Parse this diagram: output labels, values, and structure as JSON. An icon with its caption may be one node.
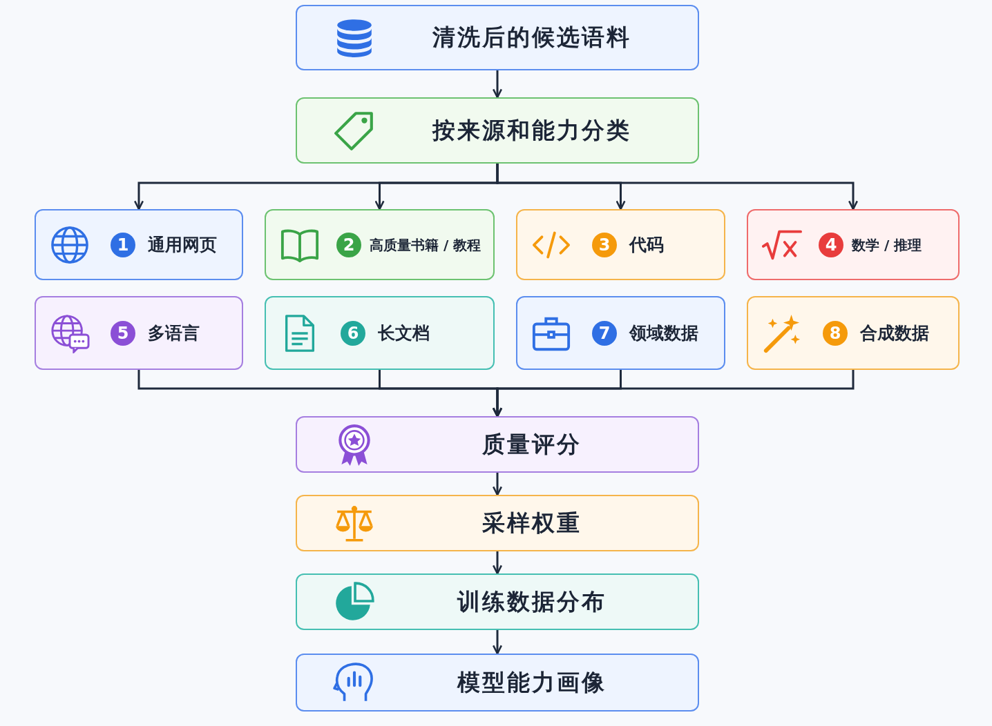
{
  "diagram": {
    "nodes": [
      {
        "text": [
          "清洗后的候选语料"
        ]
      },
      {
        "text": [
          "按来源和能力分类"
        ]
      },
      {
        "text": [
          "1",
          "通用网页"
        ]
      },
      {
        "text": [
          "2",
          "高质量书籍 / 教程"
        ]
      },
      {
        "text": [
          "3",
          "代码"
        ]
      },
      {
        "text": [
          "4",
          "数学 / 推理"
        ]
      },
      {
        "text": [
          "5",
          "多语言"
        ]
      },
      {
        "text": [
          "6",
          "长文档"
        ]
      },
      {
        "text": [
          "7",
          "领域数据"
        ]
      },
      {
        "text": [
          "8",
          "合成数据"
        ]
      },
      {
        "text": [
          "质量评分"
        ]
      },
      {
        "text": [
          "采样权重"
        ]
      },
      {
        "text": [
          "训练数据分布"
        ]
      },
      {
        "text": [
          "模型能力画像"
        ]
      }
    ],
    "edges": [
      {
        "from": 0,
        "to": 1,
        "arrow": "to"
      },
      {
        "from": 1,
        "to": 2,
        "arrow": "to"
      },
      {
        "from": 1,
        "to": 3,
        "arrow": "to"
      },
      {
        "from": 1,
        "to": 4,
        "arrow": "to"
      },
      {
        "from": 1,
        "to": 5,
        "arrow": "to"
      },
      {
        "from": 6,
        "to": 10,
        "arrow": "to"
      },
      {
        "from": 7,
        "to": 10,
        "arrow": "to"
      },
      {
        "from": 8,
        "to": 10,
        "arrow": "to"
      },
      {
        "from": 9,
        "to": 10,
        "arrow": "to"
      },
      {
        "from": 10,
        "to": 11,
        "arrow": "to"
      },
      {
        "from": 11,
        "to": 12,
        "arrow": "to"
      },
      {
        "from": 12,
        "to": 13,
        "arrow": "to"
      }
    ]
  }
}
